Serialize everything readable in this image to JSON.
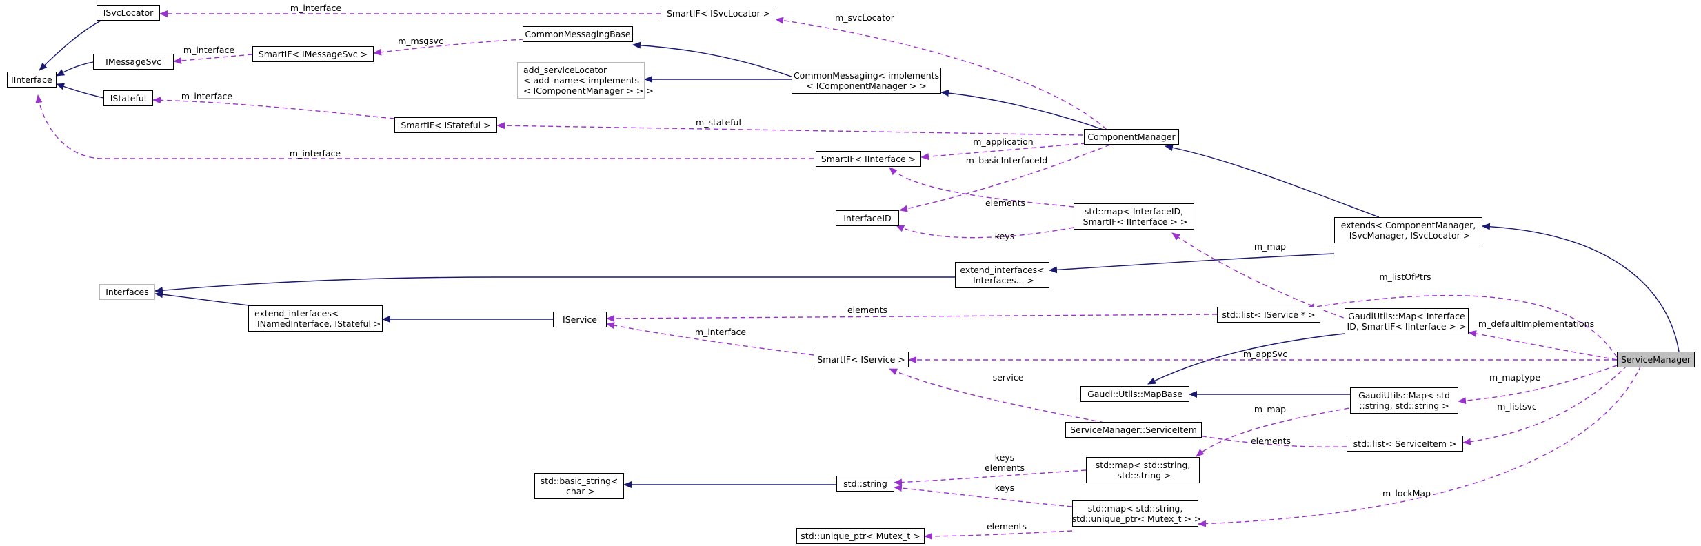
{
  "nodes": {
    "isvclocator": "ISvcLocator",
    "iinterface": "IInterface",
    "imessagesvc": "IMessageSvc",
    "istateful": "IStateful",
    "smartif_isvclocator": "SmartIF< ISvcLocator >",
    "smartif_imessagesvc": "SmartIF< IMessageSvc >",
    "common_messaging_base": "CommonMessagingBase",
    "add_service_locator": "add_serviceLocator\n< add_name< implements\n< IComponentManager > > >",
    "common_messaging": "CommonMessaging< implements\n< IComponentManager > >",
    "smartif_istateful": "SmartIF< IStateful >",
    "component_manager": "ComponentManager",
    "smartif_iinterface": "SmartIF< IInterface >",
    "interface_id": "InterfaceID",
    "map_interfaceid": "std::map< InterfaceID,\n SmartIF< IInterface > >",
    "extends_cm": "extends< ComponentManager,\n ISvcManager, ISvcLocator >",
    "interfaces": "Interfaces",
    "extend_interfaces_var": "extend_interfaces<\n Interfaces... >",
    "extend_interfaces_named": "extend_interfaces<\n INamedInterface, IStateful >",
    "iservice": "IService",
    "list_iservice_ptr": "std::list< IService * >",
    "gaudiutils_map_interface": "GaudiUtils::Map< Interface\nID, SmartIF< IInterface > >",
    "smartif_iservice": "SmartIF< IService >",
    "service_manager": "ServiceManager",
    "gaudi_utils_mapbase": "Gaudi::Utils::MapBase",
    "gaudiutils_map_string": "GaudiUtils::Map< std\n::string, std::string >",
    "service_item": "ServiceManager::ServiceItem",
    "list_service_item": "std::list< ServiceItem >",
    "basic_string": "std::basic_string<\n char >",
    "std_string": "std::string",
    "map_string_string": "std::map< std::string,\n std::string >",
    "map_string_mutex": "std::map< std::string,\n std::unique_ptr< Mutex_t > >",
    "unique_ptr_mutex": "std::unique_ptr< Mutex_t >"
  },
  "edge_labels": {
    "m_interface": "m_interface",
    "m_svclocator": "m_svcLocator",
    "m_msgsvc": "m_msgsvc",
    "m_stateful": "m_stateful",
    "m_application": "m_application",
    "m_basicinterfaceid": "m_basicInterfaceId",
    "elements": "elements",
    "keys": "keys",
    "m_map": "m_map",
    "m_listofptrs": "m_listOfPtrs",
    "m_defaultimplementations": "m_defaultImplementations",
    "m_appsvc": "m_appSvc",
    "service": "service",
    "m_maptype": "m_maptype",
    "m_listsvc": "m_listsvc",
    "m_lockmap": "m_lockMap"
  },
  "colors": {
    "inheritance": "#191970",
    "usage": "#9a32cd",
    "node_border": "#000000",
    "grey_border": "#b8b8b8",
    "highlight_fill": "#bfbfbf"
  }
}
